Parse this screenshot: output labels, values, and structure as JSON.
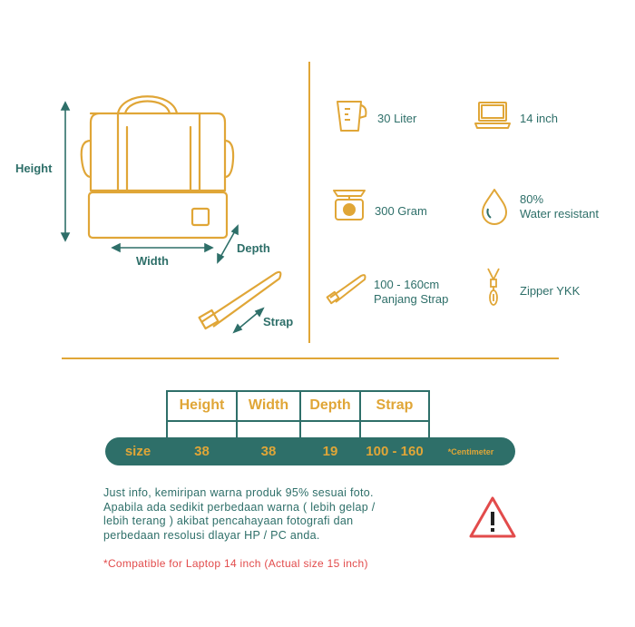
{
  "dimensions": {
    "height_label": "Height",
    "width_label": "Width",
    "depth_label": "Depth",
    "strap_label": "Strap"
  },
  "features": [
    {
      "icon": "measuring-cup-icon",
      "text1": "30 Liter",
      "text2": ""
    },
    {
      "icon": "laptop-icon",
      "text1": "14 inch",
      "text2": ""
    },
    {
      "icon": "scale-icon",
      "text1": "300 Gram",
      "text2": ""
    },
    {
      "icon": "water-drop-icon",
      "text1": "80%",
      "text2": "Water resistant"
    },
    {
      "icon": "strap-icon",
      "text1": "100 - 160cm",
      "text2": "Panjang Strap"
    },
    {
      "icon": "zipper-icon",
      "text1": "Zipper YKK",
      "text2": ""
    }
  ],
  "size_table": {
    "headers": [
      "Height",
      "Width",
      "Depth",
      "Strap"
    ],
    "row_label": "size",
    "values": [
      "38",
      "38",
      "19",
      "100 - 160"
    ],
    "unit_note": "*Centimeter"
  },
  "note": {
    "line1": "Just info, kemiripan warna produk 95% sesuai foto.",
    "line2": "Apabila ada sedikit perbedaan warna ( lebih gelap /",
    "line3": "lebih terang ) akibat pencahayaan fotografi dan",
    "line4": "perbedaan resolusi dlayar HP / PC anda."
  },
  "compat_note": "*Compatible for Laptop 14 inch (Actual size 15 inch)",
  "warning_icon": "warning-triangle-icon",
  "colors": {
    "teal": "#2e6f69",
    "gold": "#e0a637",
    "red": "#e24b4b"
  }
}
